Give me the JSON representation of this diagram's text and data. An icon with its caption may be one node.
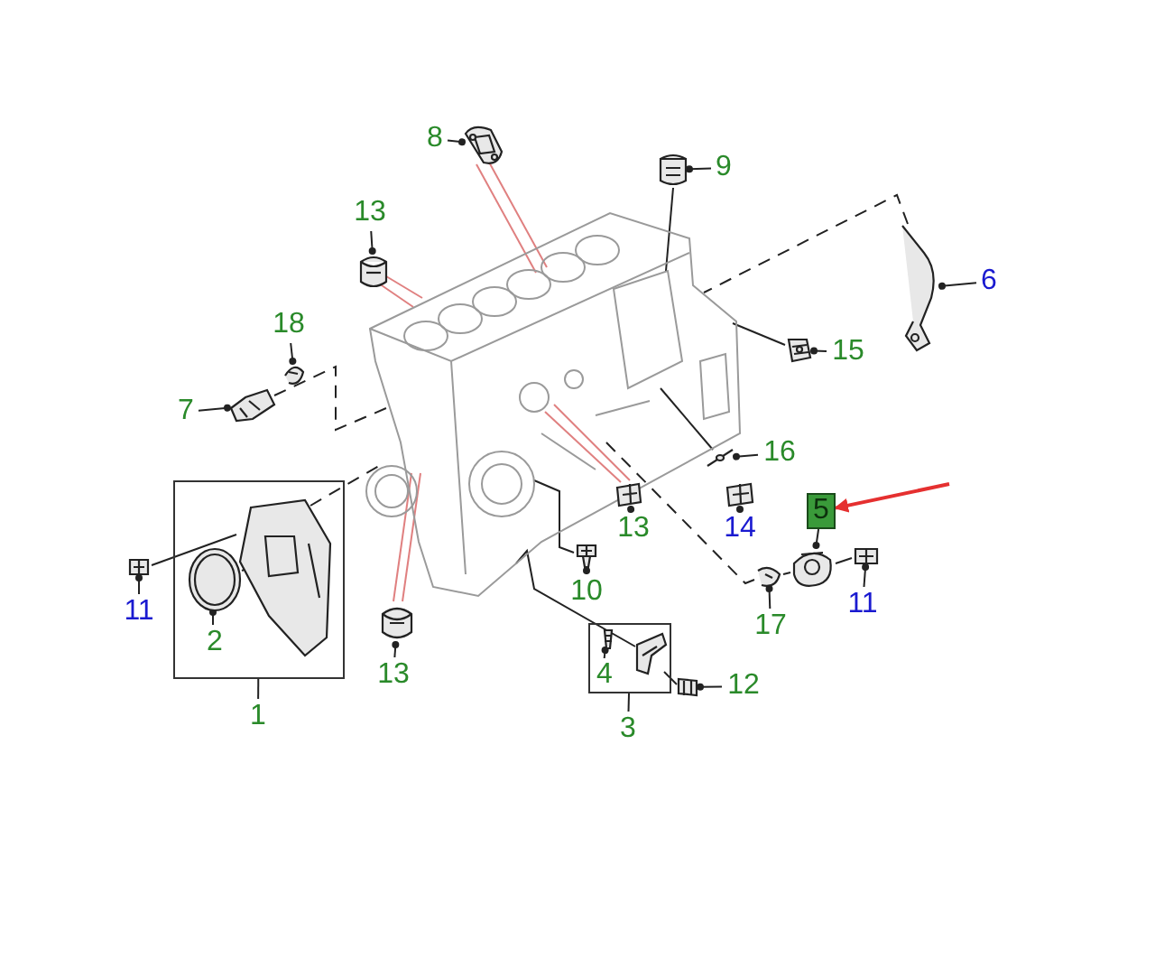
{
  "diagram": {
    "nodes": [
      {
        "text": [
          "8"
        ]
      },
      {
        "text": [
          "9"
        ]
      },
      {
        "text": [
          "13"
        ]
      },
      {
        "text": [
          "6"
        ]
      },
      {
        "text": [
          "18"
        ]
      },
      {
        "text": [
          "15"
        ]
      },
      {
        "text": [
          "7"
        ]
      },
      {
        "text": [
          "16"
        ]
      },
      {
        "text": [],
        "shape": "box"
      },
      {
        "text": [
          "5"
        ]
      },
      {
        "text": [
          "13"
        ]
      },
      {
        "text": [
          "14"
        ]
      },
      {
        "text": [
          "10"
        ]
      },
      {
        "text": [
          "11"
        ]
      },
      {
        "text": [
          "11"
        ]
      },
      {
        "text": [
          "17"
        ]
      },
      {
        "text": [],
        "shape": "box"
      },
      {
        "text": [
          "2"
        ],
        "in": 8
      },
      {
        "text": [
          "4"
        ],
        "in": 16
      },
      {
        "text": [
          "13"
        ]
      },
      {
        "text": [
          "12"
        ]
      },
      {
        "text": [
          "1"
        ]
      },
      {
        "text": [
          "3"
        ]
      },
      {
        "text": [],
        "shape": "picture"
      },
      {
        "text": [],
        "shape": "picture"
      },
      {
        "text": [],
        "shape": "picture"
      },
      {
        "text": [],
        "shape": "picture"
      },
      {
        "text": [],
        "shape": "picture"
      },
      {
        "text": [],
        "shape": "picture"
      },
      {
        "text": [],
        "shape": "picture"
      },
      {
        "text": [],
        "shape": "picture"
      },
      {
        "text": [],
        "shape": "picture"
      },
      {
        "text": [],
        "shape": "picture"
      },
      {
        "text": [],
        "shape": "picture"
      },
      {
        "text": [],
        "shape": "picture"
      },
      {
        "text": [],
        "shape": "picture"
      },
      {
        "text": [],
        "shape": "picture"
      },
      {
        "text": [],
        "shape": "picture"
      },
      {
        "text": [],
        "shape": "picture"
      },
      {
        "text": [],
        "shape": "picture",
        "in": 8
      },
      {
        "text": [],
        "shape": "picture",
        "in": 8
      },
      {
        "text": [],
        "shape": "picture",
        "in": 16
      },
      {
        "text": [],
        "shape": "picture",
        "in": 16
      },
      {
        "text": [],
        "shape": "picture"
      },
      {
        "text": [],
        "shape": "picture"
      }
    ],
    "edges": [
      {
        "from": 0,
        "to": 24,
        "arrow": "other"
      },
      {
        "from": 1,
        "to": 25,
        "arrow": "other"
      },
      {
        "from": 2,
        "to": 26,
        "arrow": "other"
      },
      {
        "from": 3,
        "to": 27,
        "arrow": "other"
      },
      {
        "from": 4,
        "to": 28,
        "arrow": "other"
      },
      {
        "from": 5,
        "to": 29,
        "arrow": "other"
      },
      {
        "from": 6,
        "to": 30,
        "arrow": "other"
      },
      {
        "from": 7,
        "to": 31,
        "arrow": "other"
      },
      {
        "from": 9,
        "to": 32,
        "arrow": "other"
      },
      {
        "from": 10,
        "to": 33,
        "arrow": "other"
      },
      {
        "from": 11,
        "to": 34,
        "arrow": "other"
      },
      {
        "from": 12,
        "to": 35,
        "arrow": "other"
      },
      {
        "from": 13,
        "to": 36,
        "arrow": "other"
      },
      {
        "from": 14,
        "to": 38,
        "arrow": "other"
      },
      {
        "from": 15,
        "to": 37,
        "arrow": "other"
      },
      {
        "from": 17,
        "to": 39,
        "arrow": "other"
      },
      {
        "from": 18,
        "to": 41,
        "arrow": "other"
      },
      {
        "from": 19,
        "to": 43,
        "arrow": "other"
      },
      {
        "from": 20,
        "to": 44,
        "arrow": "other"
      },
      {
        "from": 21,
        "to": 8,
        "arrow": "none"
      },
      {
        "from": 22,
        "to": 16,
        "arrow": "none"
      },
      {
        "from": null,
        "to": 9,
        "arrow": "to",
        "color": "#e53030"
      },
      {
        "from": 24,
        "to": 23,
        "arrow": "none",
        "color": "#e08080"
      },
      {
        "from": 24,
        "to": 23,
        "arrow": "none",
        "color": "#e08080"
      },
      {
        "from": 25,
        "to": 23,
        "arrow": "none"
      },
      {
        "from": 26,
        "to": 23,
        "arrow": "none",
        "color": "#e08080"
      },
      {
        "from": 26,
        "to": 23,
        "arrow": "none",
        "color": "#e08080"
      },
      {
        "from": 27,
        "to": 23,
        "arrow": "none",
        "style": "dashed"
      },
      {
        "from": 30,
        "to": 23,
        "arrow": "none",
        "style": "dashed"
      },
      {
        "from": 29,
        "to": 23,
        "arrow": "none"
      },
      {
        "from": 31,
        "to": 23,
        "arrow": "none"
      },
      {
        "from": 33,
        "to": 23,
        "arrow": "none",
        "color": "#e08080"
      },
      {
        "from": 33,
        "to": 23,
        "arrow": "none",
        "color": "#e08080"
      },
      {
        "from": 35,
        "to": 23,
        "arrow": "none"
      },
      {
        "from": 36,
        "to": 32,
        "arrow": "none"
      },
      {
        "from": 32,
        "to": 37,
        "arrow": "none"
      },
      {
        "from": 37,
        "to": 23,
        "arrow": "none",
        "style": "dashed"
      },
      {
        "from": 38,
        "to": 40,
        "arrow": "none"
      },
      {
        "from": 39,
        "to": 40,
        "arrow": "none"
      },
      {
        "from": 40,
        "to": 23,
        "arrow": "none",
        "style": "dashed"
      },
      {
        "from": 43,
        "to": 23,
        "arrow": "none",
        "color": "#e08080"
      },
      {
        "from": 43,
        "to": 23,
        "arrow": "none",
        "color": "#e08080"
      },
      {
        "from": 44,
        "to": 42,
        "arrow": "none"
      },
      {
        "from": 42,
        "to": 23,
        "arrow": "none"
      }
    ]
  }
}
